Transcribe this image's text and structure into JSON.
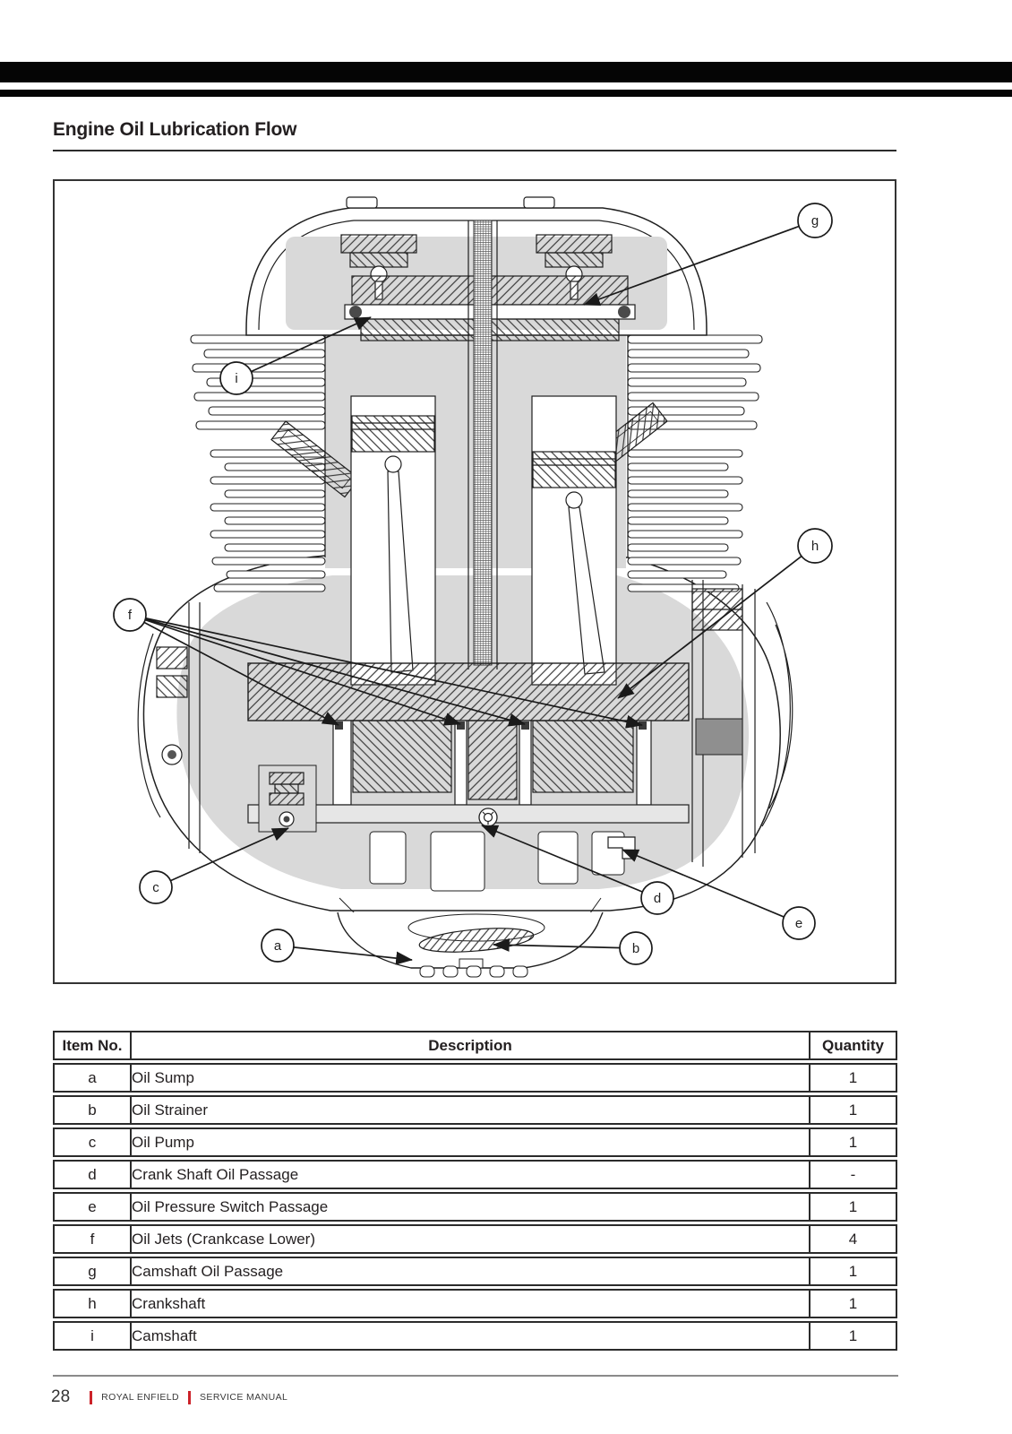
{
  "page": {
    "title": "Engine Oil Lubrication Flow"
  },
  "figure": {
    "callouts": [
      {
        "letter": "a"
      },
      {
        "letter": "b"
      },
      {
        "letter": "c"
      },
      {
        "letter": "d"
      },
      {
        "letter": "e"
      },
      {
        "letter": "f"
      },
      {
        "letter": "g"
      },
      {
        "letter": "h"
      },
      {
        "letter": "i"
      }
    ]
  },
  "table": {
    "headers": {
      "item": "Item No.",
      "description": "Description",
      "quantity": "Quantity"
    },
    "rows": [
      {
        "item": "a",
        "description": "Oil Sump",
        "quantity": "1"
      },
      {
        "item": "b",
        "description": "Oil Strainer",
        "quantity": "1"
      },
      {
        "item": "c",
        "description": "Oil Pump",
        "quantity": "1"
      },
      {
        "item": "d",
        "description": "Crank Shaft Oil Passage",
        "quantity": "-"
      },
      {
        "item": "e",
        "description": "Oil Pressure Switch Passage",
        "quantity": "1"
      },
      {
        "item": "f",
        "description": "Oil Jets (Crankcase Lower)",
        "quantity": "4"
      },
      {
        "item": "g",
        "description": "Camshaft Oil Passage",
        "quantity": "1"
      },
      {
        "item": "h",
        "description": "Crankshaft",
        "quantity": "1"
      },
      {
        "item": "i",
        "description": "Camshaft",
        "quantity": "1"
      }
    ]
  },
  "footer": {
    "page_number": "28",
    "brand": "ROYAL ENFIELD",
    "manual": "SERVICE MANUAL"
  },
  "colors": {
    "accent_red": "#cc2229",
    "line_black": "#231f20",
    "shade_gray": "#d9d9d9",
    "bar_black": "#050505"
  }
}
